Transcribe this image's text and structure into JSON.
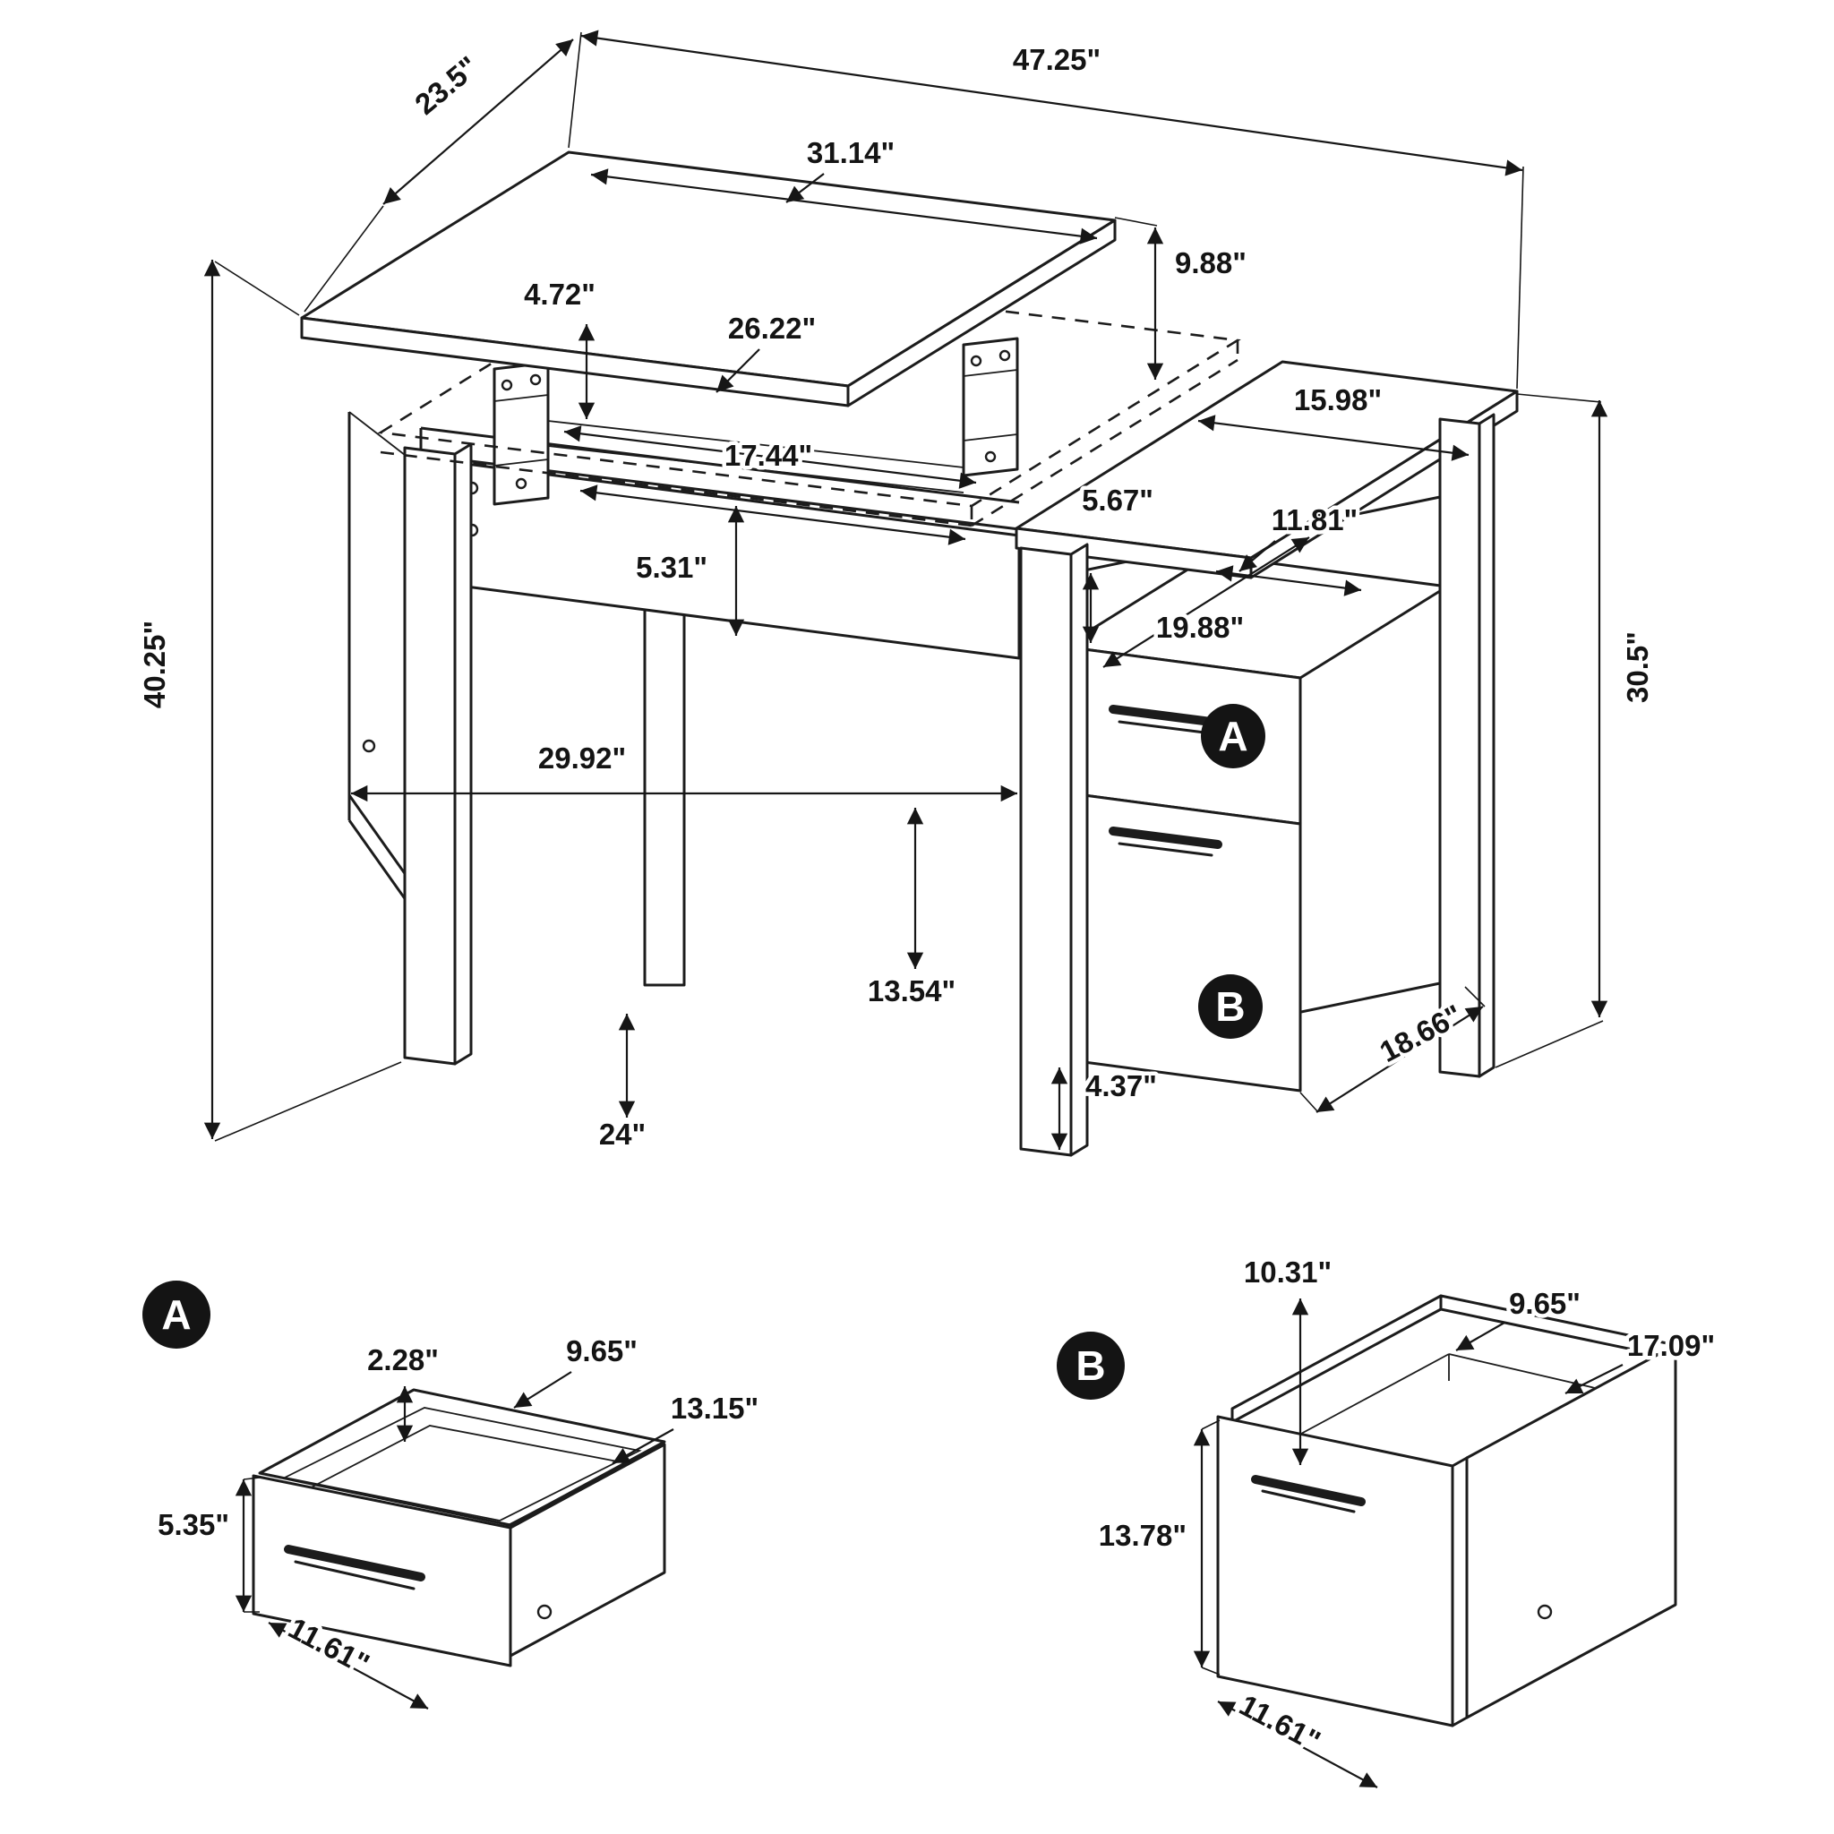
{
  "page": {
    "background": "#ffffff",
    "line_color": "#1c1c1c",
    "badge_bg": "#141414",
    "badge_text_color": "#ffffff"
  },
  "main_view": {
    "badges": {
      "a": "A",
      "b": "B"
    },
    "dims": {
      "overall_width": "47.25\"",
      "top_depth": "23.5\"",
      "lift_top_width": "31.14\"",
      "lift_raise_height": "9.88\"",
      "mechanism_height": "4.72\"",
      "inner_frame_width": "26.22\"",
      "right_top_width": "15.98\"",
      "frame_opening_width": "17.44\"",
      "top_to_cabinet_gap": "5.67\"",
      "cabinet_top_width": "11.81\"",
      "apron_height": "5.31\"",
      "cabinet_top_depth": "19.88\"",
      "desk_height": "30.5\"",
      "overall_height": "40.25\"",
      "knee_space_width": "29.92\"",
      "knee_space_height": "13.54\"",
      "leg_height": "24\"",
      "toe_clearance": "4.37\"",
      "side_depth": "18.66\""
    }
  },
  "detail_a": {
    "badge": "A",
    "dims": {
      "wall_thickness": "2.28\"",
      "inner_depth": "9.65\"",
      "inner_width": "13.15\"",
      "front_height": "5.35\"",
      "drawer_depth": "11.61\""
    }
  },
  "detail_b": {
    "badge": "B",
    "dims": {
      "inner_height": "10.31\"",
      "inner_depth": "9.65\"",
      "inner_width": "17.09\"",
      "front_height": "13.78\"",
      "drawer_depth": "11.61\""
    }
  }
}
